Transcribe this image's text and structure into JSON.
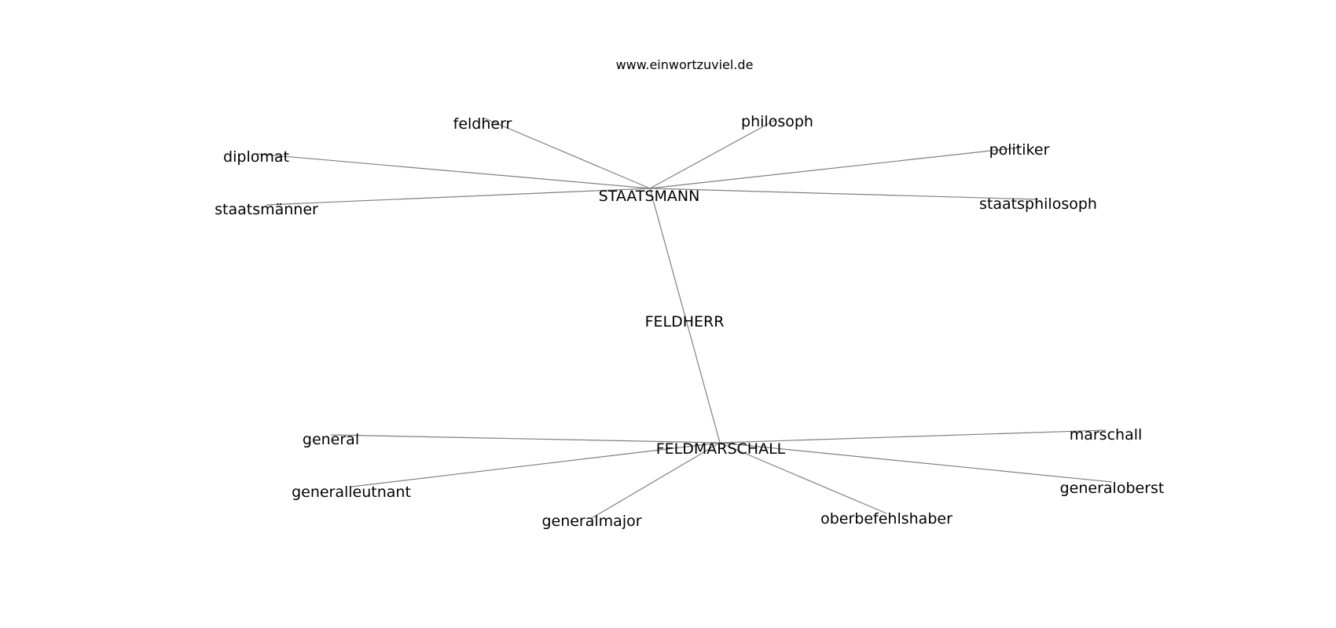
{
  "watermark": "www.einwortzuviel.de",
  "graph": {
    "nodes": [
      {
        "id": "feldherr_center",
        "label": "FELDHERR"
      },
      {
        "id": "staatsmann",
        "label": "STAATSMANN"
      },
      {
        "id": "feldmarschall",
        "label": "FELDMARSCHALL"
      },
      {
        "id": "feldherr",
        "label": "feldherr"
      },
      {
        "id": "philosoph",
        "label": "philosoph"
      },
      {
        "id": "diplomat",
        "label": "diplomat"
      },
      {
        "id": "politiker",
        "label": "politiker"
      },
      {
        "id": "staatsmaenner",
        "label": "staatsmänner"
      },
      {
        "id": "staatsphilosoph",
        "label": "staatsphilosoph"
      },
      {
        "id": "general",
        "label": "general"
      },
      {
        "id": "marschall",
        "label": "marschall"
      },
      {
        "id": "generalleutnant",
        "label": "generalleutnant"
      },
      {
        "id": "generaloberst",
        "label": "generaloberst"
      },
      {
        "id": "generalmajor",
        "label": "generalmajor"
      },
      {
        "id": "oberbefehlshaber",
        "label": "oberbefehlshaber"
      }
    ],
    "edges": [
      [
        "staatsmann",
        "feldmarschall"
      ],
      [
        "staatsmann",
        "feldherr"
      ],
      [
        "staatsmann",
        "philosoph"
      ],
      [
        "staatsmann",
        "diplomat"
      ],
      [
        "staatsmann",
        "politiker"
      ],
      [
        "staatsmann",
        "staatsmaenner"
      ],
      [
        "staatsmann",
        "staatsphilosoph"
      ],
      [
        "feldmarschall",
        "general"
      ],
      [
        "feldmarschall",
        "marschall"
      ],
      [
        "feldmarschall",
        "generalleutnant"
      ],
      [
        "feldmarschall",
        "generaloberst"
      ],
      [
        "feldmarschall",
        "generalmajor"
      ],
      [
        "feldmarschall",
        "oberbefehlshaber"
      ]
    ]
  }
}
